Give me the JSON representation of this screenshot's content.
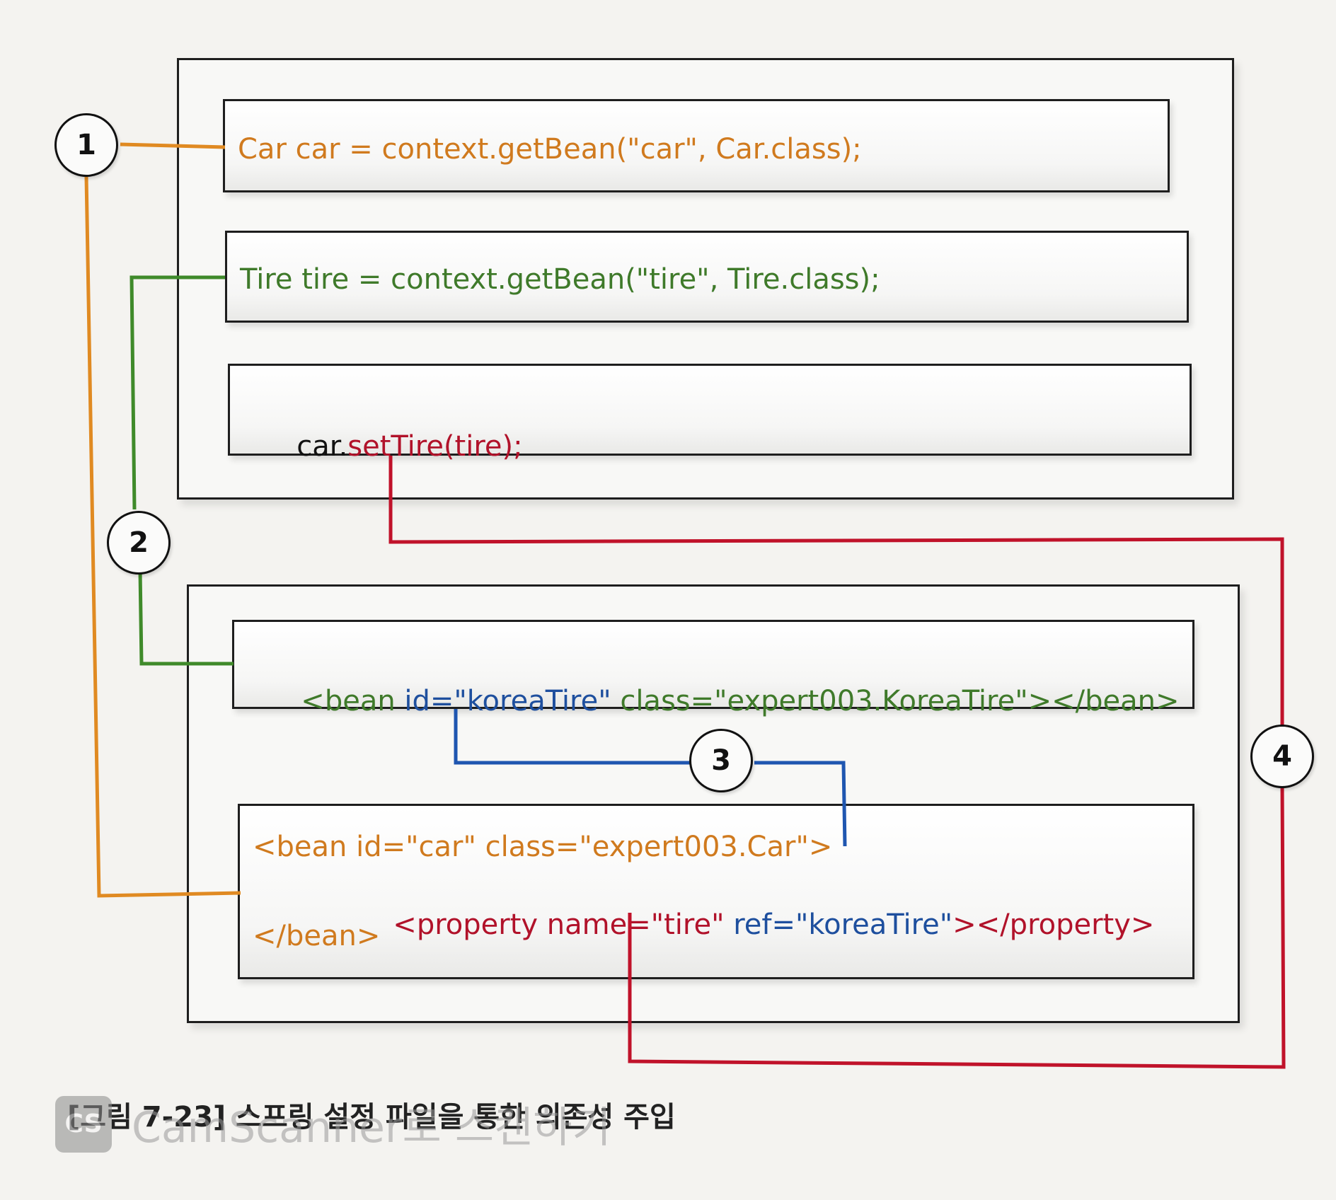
{
  "java_code": {
    "line1": "Car car = context.getBean(\"car\", Car.class);",
    "line2": "Tire tire = context.getBean(\"tire\", Tire.class);",
    "line3_obj": "car.",
    "line3_method": "setTire(tire);"
  },
  "xml_code": {
    "korea_bean_open": "<bean ",
    "korea_bean_id": "id=\"koreaTire\"",
    "korea_bean_rest": " class=\"expert003.KoreaTire\"></bean>",
    "car_bean_open": "<bean id=\"car\" class=\"expert003.Car\">",
    "property_open": "<property name=\"tire\"",
    "property_ref": " ref=\"koreaTire\"",
    "property_close": "></property>",
    "car_bean_close": "</bean>"
  },
  "badges": [
    "1",
    "2",
    "3",
    "4"
  ],
  "colors": {
    "link_1": "#e08a22",
    "link_2": "#3f8a2a",
    "link_3": "#1f56b0",
    "link_4": "#c0122a"
  },
  "caption": "[그림 7-23] 스프링 설정 파일을 통한 의존성 주입",
  "watermark": {
    "logo": "CS",
    "text": "CamScanner로 스캔하기"
  }
}
